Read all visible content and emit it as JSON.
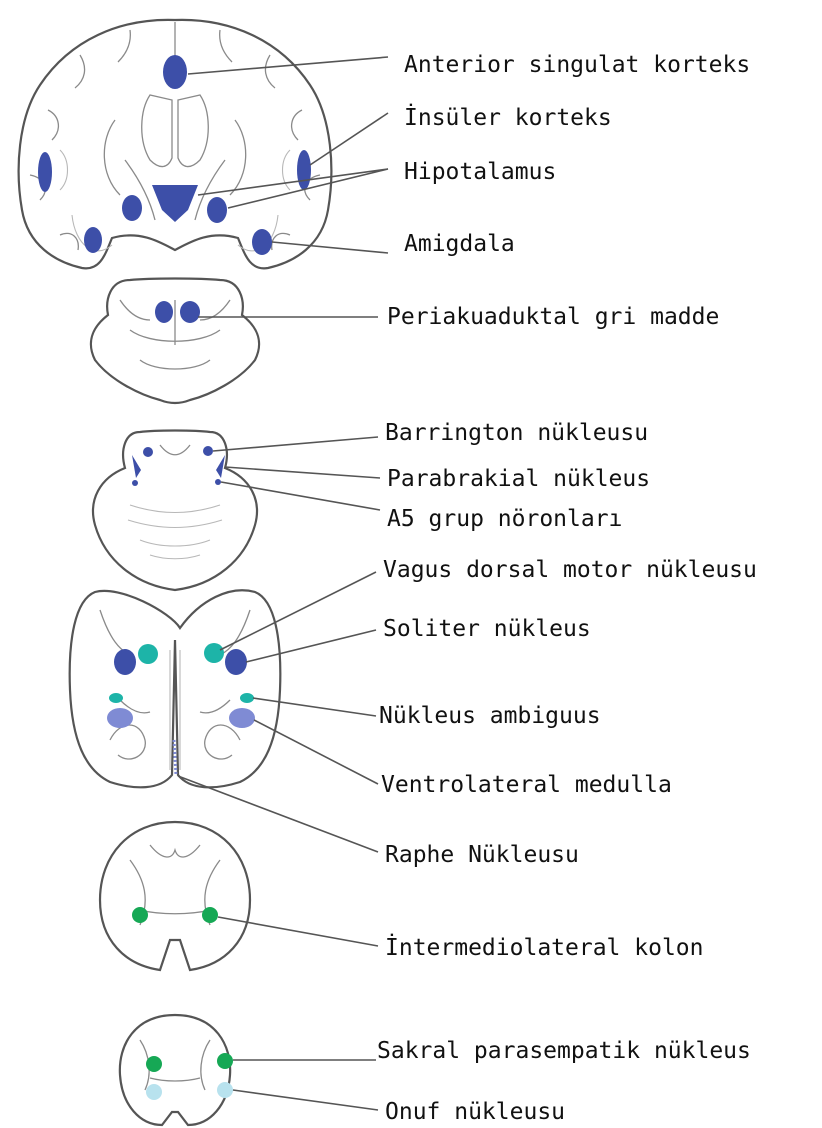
{
  "colors": {
    "blue": "#3d4fa8",
    "light_blue": "#7f8bd4",
    "teal": "#1db4a8",
    "green": "#16a855",
    "pale_cyan": "#b8e2ee",
    "outline": "#555555"
  },
  "labels": {
    "anterior_cingulate": "Anterior singulat korteks",
    "insular": "İnsüler korteks",
    "hypothalamus": "Hipotalamus",
    "amygdala": "Amigdala",
    "pag": "Periakuaduktal gri madde",
    "barrington": "Barrington nükleusu",
    "parabrachial": "Parabrakial nükleus",
    "a5": "A5 grup nöronları",
    "vagus_dmn": "Vagus dorsal motor nükleusu",
    "solitary": "Soliter nükleus",
    "ambiguus": "Nükleus ambiguus",
    "vlm": "Ventrolateral medulla",
    "raphe": "Raphe Nükleusu",
    "iml": "İntermediolateral kolon",
    "sacral_para": "Sakral parasempatik nükleus",
    "onuf": "Onuf nükleusu"
  }
}
